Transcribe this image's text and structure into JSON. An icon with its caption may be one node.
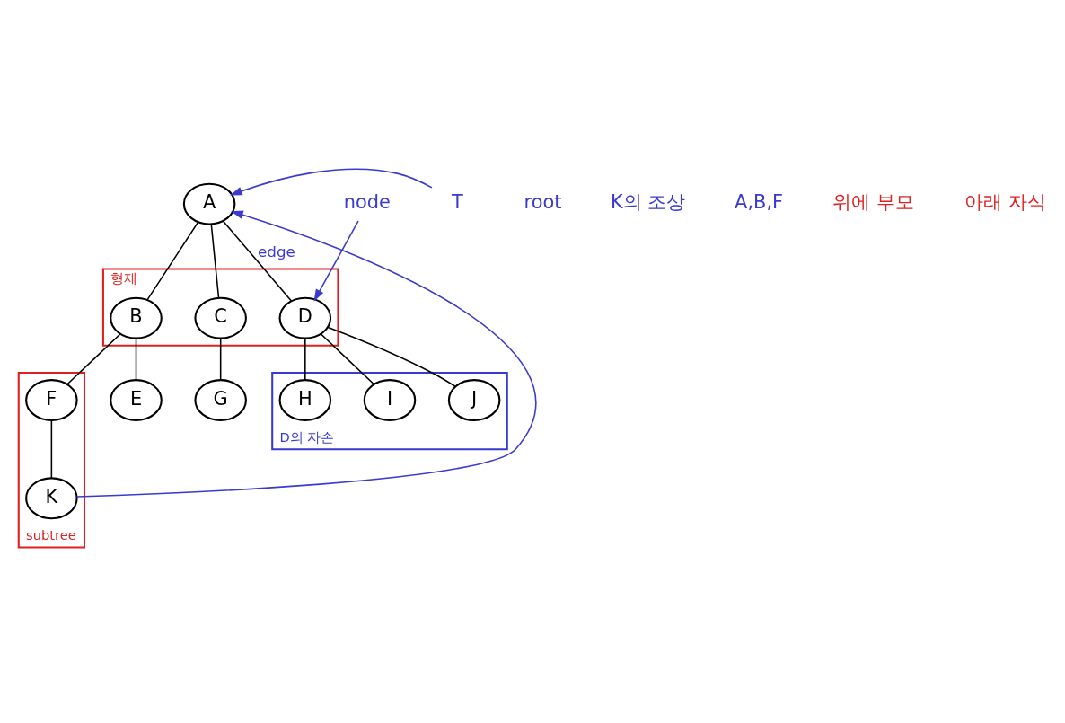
{
  "diagram": {
    "nodes": [
      {
        "text": [
          "A"
        ]
      },
      {
        "text": [
          "T"
        ]
      },
      {
        "text": [
          "형제"
        ]
      },
      {
        "text": [
          "B"
        ],
        "in": 2
      },
      {
        "text": [
          "C"
        ],
        "in": 2
      },
      {
        "text": [
          "D"
        ],
        "in": 2
      },
      {
        "text": [
          "node"
        ]
      },
      {
        "text": [
          "subtree"
        ]
      },
      {
        "text": [
          "E"
        ]
      },
      {
        "text": [
          "F"
        ],
        "in": 7
      },
      {
        "text": [
          "G"
        ]
      },
      {
        "text": [
          "D의 자손"
        ]
      },
      {
        "text": [
          "H"
        ],
        "in": 11
      },
      {
        "text": [
          "I"
        ],
        "in": 11
      },
      {
        "text": [
          "J"
        ],
        "in": 11
      },
      {
        "text": [
          "K"
        ],
        "in": 7
      }
    ],
    "edges": [
      {
        "from": 0,
        "to": 3,
        "arrow": "none"
      },
      {
        "from": 0,
        "to": 4,
        "arrow": "none"
      },
      {
        "from": 0,
        "to": 5,
        "arrow": "none",
        "label": "edge"
      },
      {
        "from": 3,
        "to": 8,
        "arrow": "none"
      },
      {
        "from": 3,
        "to": 9,
        "arrow": "none"
      },
      {
        "from": 4,
        "to": 10,
        "arrow": "none"
      },
      {
        "from": 5,
        "to": 12,
        "arrow": "none"
      },
      {
        "from": 5,
        "to": 13,
        "arrow": "none"
      },
      {
        "from": 5,
        "to": 14,
        "arrow": "none"
      },
      {
        "from": 9,
        "to": 15,
        "arrow": "none"
      },
      {
        "from": 15,
        "to": 0,
        "arrow": "to",
        "color": "#3a3ad0"
      },
      {
        "from": 1,
        "to": 0,
        "arrow": "to",
        "color": "#3a3ad0"
      },
      {
        "from": 6,
        "to": 5,
        "arrow": "to",
        "color": "#3a3ad0"
      }
    ],
    "labels": [
      "root",
      "K의 조상",
      "A,B,F",
      "위에 부모",
      "아래 자식"
    ]
  }
}
